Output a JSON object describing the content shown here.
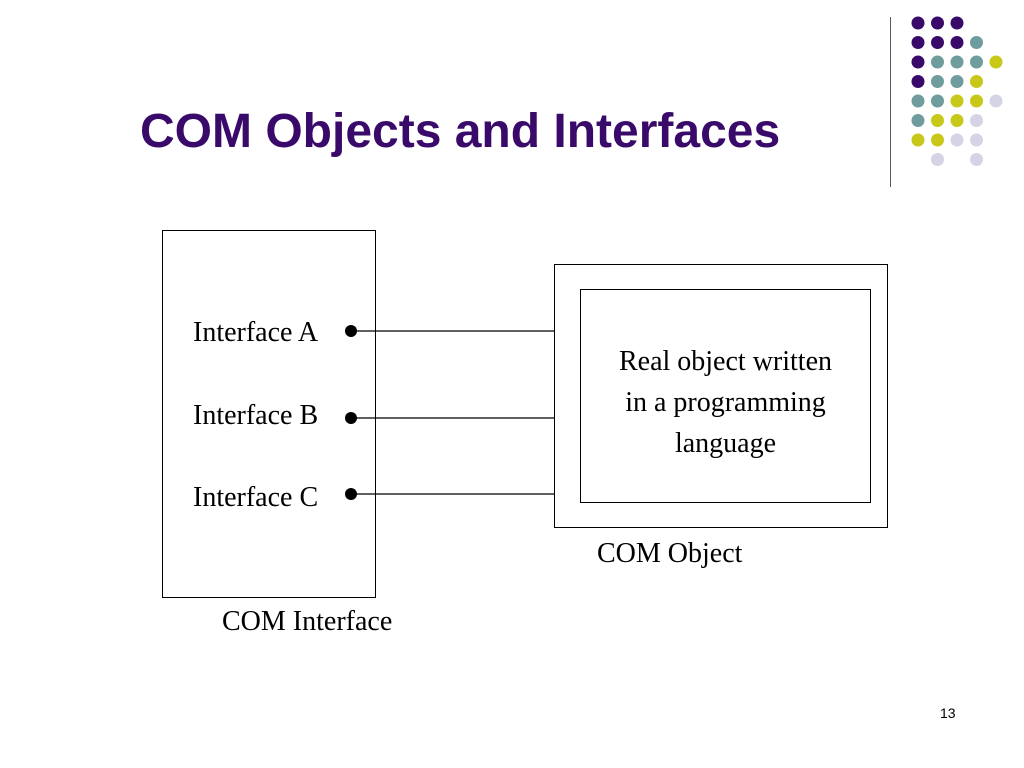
{
  "slide": {
    "title": "COM Objects and Interfaces",
    "page_number": "13"
  },
  "diagram": {
    "interface_box_label": "COM Interface",
    "interfaces": [
      "Interface A",
      "Interface B",
      "Interface C"
    ],
    "object_box_label": "COM Object",
    "inner_object_text": "Real object written\nin a programming\nlanguage"
  },
  "decoration": {
    "dot_colors": {
      "purple": "#3a0a6b",
      "teal": "#6f9c9c",
      "yellow": "#c8c81a",
      "lavender": "#d4d4e6"
    },
    "dot_grid": [
      [
        "purple",
        "purple",
        "purple",
        "",
        ""
      ],
      [
        "purple",
        "purple",
        "purple",
        "teal",
        ""
      ],
      [
        "purple",
        "teal",
        "teal",
        "teal",
        "yellow"
      ],
      [
        "purple",
        "teal",
        "teal",
        "yellow",
        ""
      ],
      [
        "teal",
        "teal",
        "yellow",
        "yellow",
        "lavender"
      ],
      [
        "teal",
        "yellow",
        "yellow",
        "lavender",
        ""
      ],
      [
        "yellow",
        "yellow",
        "lavender",
        "lavender",
        ""
      ],
      [
        "",
        "lavender",
        "",
        "lavender",
        ""
      ]
    ]
  }
}
